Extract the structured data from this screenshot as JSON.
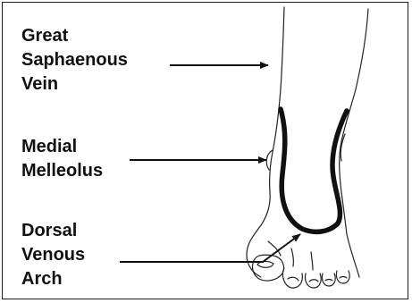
{
  "labels": {
    "great_saphaenous_vein": "Great\nSaphaenous\nVein",
    "medial_malleolus": "Medial\nMelleolus",
    "dorsal_venous_arch": "Dorsal\nVenous\nArch"
  },
  "colors": {
    "ink": "#111111",
    "background": "#ffffff"
  }
}
